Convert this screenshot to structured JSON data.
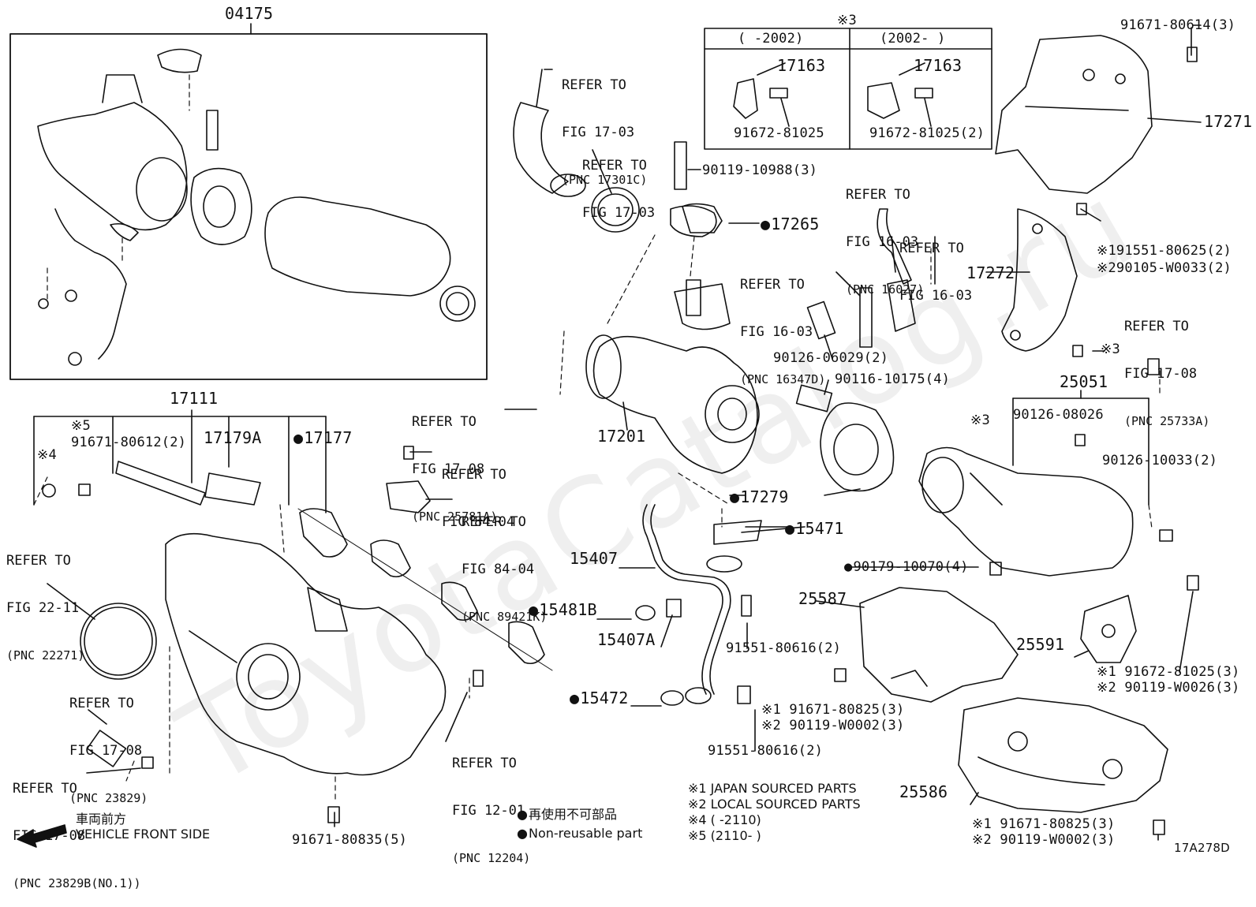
{
  "watermark": "ToyotaCatalog.ru",
  "callouts": {
    "c04175": "04175",
    "c17111": "17111",
    "c17179a": "17179A",
    "c17177": "17177",
    "c17201": "17201",
    "c17265": "17265",
    "c17279": "17279",
    "c15471": "15471",
    "c15407": "15407",
    "c15407a": "15407A",
    "c15481b": "15481B",
    "c15472": "15472",
    "c17163a": "17163",
    "c17163b": "17163",
    "c17271": "17271",
    "c17272": "17272",
    "c25051": "25051",
    "c25587": "25587",
    "c25591": "25591",
    "c25586": "25586",
    "c9016703": "91671-80614(3)",
    "c91551_1": "※191551-80625(2)",
    "c29010_2": "※290105-W0033(2)",
    "c91672a": "91672-81025",
    "c91672b": "91672-81025(2)",
    "c90119_10988": "90119-10988(3)",
    "c90126_06029": "90126-06029(2)",
    "c90116_10175": "90116-10175(4)",
    "c90126_08026": "90126-08026",
    "c90126_10033": "90126-10033(2)",
    "c90179_10070": "90179-10070(4)",
    "c91551_80616a": "91551-80616(2)",
    "c91551_80616b": "91551-80616(2)",
    "c91671_80825a_1": "※1  91671-80825(3)",
    "c90119_w0002a_2": "※2  90119-W0002(3)",
    "c91672_81025_1": "※1  91672-81025(3)",
    "c90119_w0026_2": "※2  90119-W0026(3)",
    "c91671_80825b_1": "※1  91671-80825(3)",
    "c90119_w0002b_2": "※2  90119-W0002(3)",
    "c91671_80612_mark": "※5",
    "c91671_80612": "91671-80612(2)",
    "c91671_80835": "91671-80835(5)",
    "mark3_top": "※3",
    "mark3_a": "※3",
    "mark3_b": "※3",
    "mark4": "※4",
    "inset_left_header": "(    -2002)",
    "inset_right_header": "(2002-      )",
    "diagram_code": "17A278D"
  },
  "refers": {
    "r1_l1": "REFER TO",
    "r1_l2": "FIG 17-03",
    "r1_l3": "(PNC 17301C)",
    "r2_l1": "REFER TO",
    "r2_l2": "FIG 17-03",
    "r3_l1": "REFER TO",
    "r3_l2": "FIG 16-03",
    "r3_l3": "(PNC 16027)",
    "r4_l1": "REFER TO",
    "r4_l2": "FIG 16-03",
    "r5_l1": "REFER TO",
    "r5_l2": "FIG 16-03",
    "r5_l3": "(PNC 16347D)",
    "r6_l1": "REFER TO",
    "r6_l2": "FIG 17-08",
    "r6_l3": "(PNC 25733A)",
    "r7_l1": "REFER TO",
    "r7_l2": "FIG 17-08",
    "r7_l3": "(PNC 25781A)",
    "r8_l1": "REFER TO",
    "r8_l2": "FIG 84-04",
    "r9_l1": "REFER TO",
    "r9_l2": "FIG 84-04",
    "r9_l3": "(PNC 89421K)",
    "r10_l1": "REFER TO",
    "r10_l2": "FIG 22-11",
    "r10_l3": "(PNC 22271)",
    "r11_l1": "REFER TO",
    "r11_l2": "FIG 17-08",
    "r11_l3": "(PNC 23829)",
    "r12_l1": "REFER TO",
    "r12_l2": "FIG 17-08",
    "r12_l3": "(PNC 23829B(NO.1))",
    "r13_l1": "REFER TO",
    "r13_l2": "FIG 12-01",
    "r13_l3": "(PNC 12204)"
  },
  "legend": {
    "n1": "※1  JAPAN SOURCED PARTS",
    "n2": "※2  LOCAL SOURCED PARTS",
    "n4": "※4 (      -2110)",
    "n5": "※5 (2110-      )",
    "nonreuse_jp": "再使用不可部品",
    "nonreuse_en": "Non-reusable part",
    "front_jp": "車両前方",
    "front_en": "VEHICLE FRONT SIDE"
  }
}
